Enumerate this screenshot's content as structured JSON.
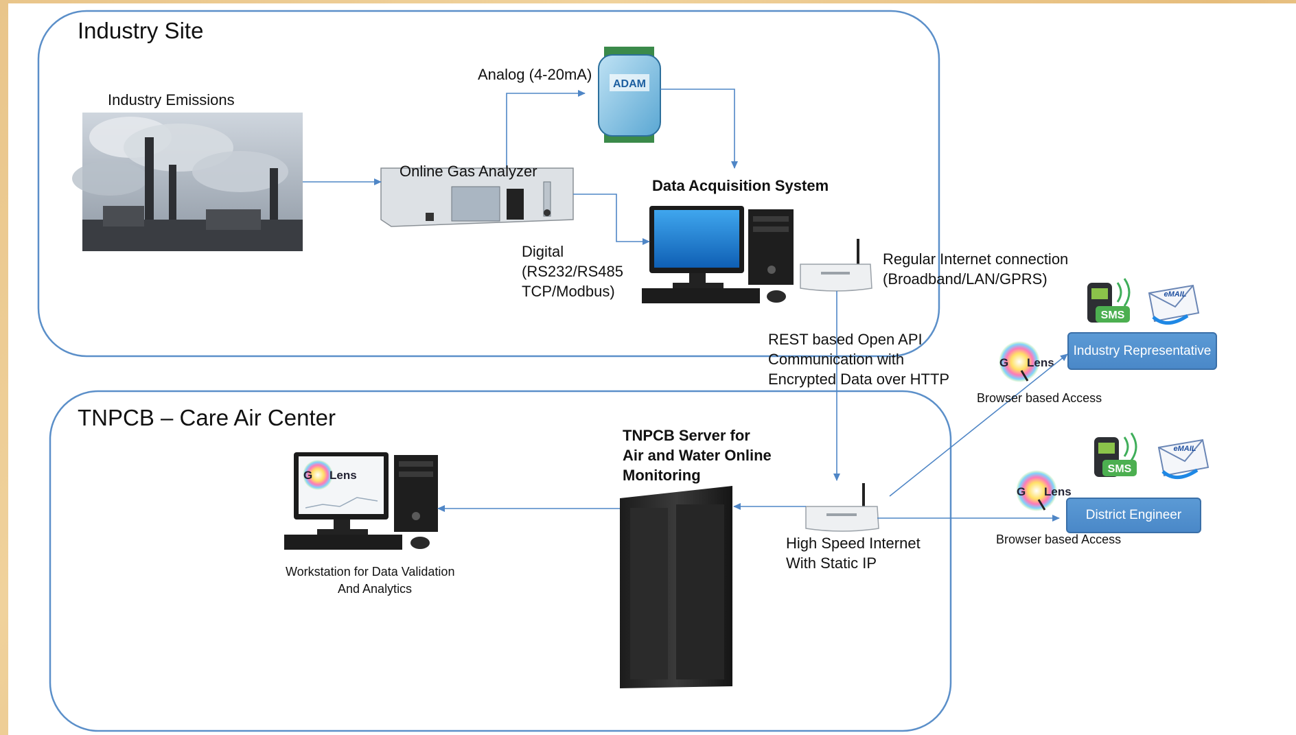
{
  "regions": {
    "industry_site": "Industry Site",
    "care_air_center": "TNPCB – Care Air Center"
  },
  "labels": {
    "industry_emissions": "Industry Emissions",
    "analog": "Analog (4-20mA)",
    "online_gas_analyzer": "Online Gas Analyzer",
    "data_acquisition_system": "Data Acquisition System",
    "digital": [
      "Digital",
      "(RS232/RS485",
      "TCP/Modbus)"
    ],
    "regular_internet": [
      "Regular Internet connection",
      "(Broadband/LAN/GPRS)"
    ],
    "rest_api": [
      "REST based Open API",
      "Communication with",
      "Encrypted Data over HTTP"
    ],
    "tnpcb_server": [
      "TNPCB Server for",
      "Air and Water Online",
      "Monitoring"
    ],
    "high_speed_internet": [
      "High Speed Internet",
      "With Static IP"
    ],
    "workstation": [
      "Workstation for Data Validation",
      "And Analytics"
    ],
    "browser_access_1": "Browser based Access",
    "browser_access_2": "Browser based Access"
  },
  "endpoints": {
    "industry_representative": "Industry Representative",
    "district_engineer": "District Engineer"
  },
  "device_text": {
    "adam": "ADAM",
    "sms": "SMS",
    "email": "eMAIL",
    "glens_g": "G",
    "glens_lens": "Lens"
  },
  "colors": {
    "region_border": "#5b8fc9",
    "connector": "#4f86c6",
    "endpoint_fill": "#5b9ad5",
    "background": "#edcb94"
  }
}
